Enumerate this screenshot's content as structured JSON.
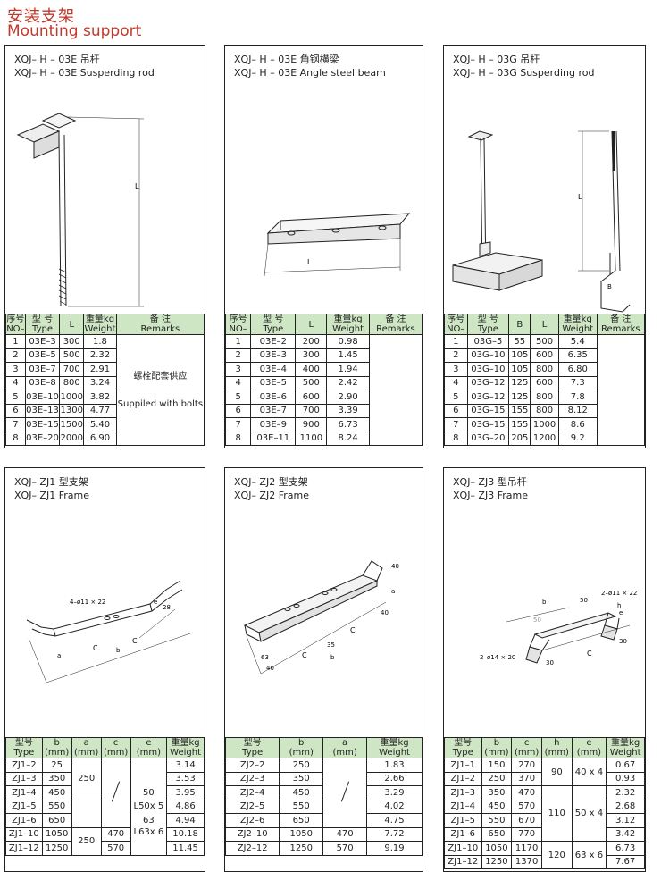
{
  "page": {
    "title_cn": "安装支架",
    "title_en": "Mounting support"
  },
  "panels": {
    "p1": {
      "title1": "XQJ– H – 03E 吊杆",
      "title2": "XQJ– H – 03E Susperding rod",
      "label_L": "L",
      "headers": [
        "序号\nNO–",
        "型  号\nType",
        "L",
        "重量kg\nWeight",
        "备   注\nRemarks"
      ],
      "rows": [
        [
          "1",
          "03E–3",
          "300",
          "1.8"
        ],
        [
          "2",
          "03E–5",
          "500",
          "2.32"
        ],
        [
          "3",
          "03E–7",
          "700",
          "2.91"
        ],
        [
          "4",
          "03E–8",
          "800",
          "3.24"
        ],
        [
          "5",
          "03E–10",
          "1000",
          "3.82"
        ],
        [
          "6",
          "03E–13",
          "1300",
          "4.77"
        ],
        [
          "7",
          "03E–15",
          "1500",
          "5.40"
        ],
        [
          "8",
          "03E–20",
          "2000",
          "6.90"
        ]
      ],
      "remark_cn": "螺栓配套供应",
      "remark_en": "Suppiled with bolts"
    },
    "p2": {
      "title1": "XQJ– H – 03E 角钢横梁",
      "title2": "XQJ– H – 03E Angle steel beam",
      "label_L": "L",
      "headers": [
        "序号\nNO–",
        "型  号\nType",
        "L",
        "重量kg\nWeight",
        "备   注\nRemarks"
      ],
      "rows": [
        [
          "1",
          "03E–2",
          "200",
          "0.98"
        ],
        [
          "2",
          "03E–3",
          "300",
          "1.45"
        ],
        [
          "3",
          "03E–4",
          "400",
          "1.94"
        ],
        [
          "4",
          "03E–5",
          "500",
          "2.42"
        ],
        [
          "5",
          "03E–6",
          "600",
          "2.90"
        ],
        [
          "6",
          "03E–7",
          "700",
          "3.39"
        ],
        [
          "7",
          "03E–9",
          "900",
          "6.73"
        ],
        [
          "8",
          "03E–11",
          "1100",
          "8.24"
        ]
      ]
    },
    "p3": {
      "title1": "XQJ– H – 03G 吊杆",
      "title2": "XQJ– H – 03G Susperding rod",
      "label_L": "L",
      "label_B": "B",
      "headers": [
        "序号\nNO–",
        "型  号\nType",
        "B",
        "L",
        "重量kg\nWeight",
        "备   注\nRemarks"
      ],
      "rows": [
        [
          "1",
          "03G–5",
          "55",
          "500",
          "5.4"
        ],
        [
          "2",
          "03G–10",
          "105",
          "600",
          "6.35"
        ],
        [
          "3",
          "03G–10",
          "105",
          "800",
          "6.80"
        ],
        [
          "4",
          "03G–12",
          "125",
          "600",
          "7.3"
        ],
        [
          "5",
          "03G–12",
          "125",
          "800",
          "7.8"
        ],
        [
          "6",
          "03G–15",
          "155",
          "800",
          "8.12"
        ],
        [
          "7",
          "03G–15",
          "155",
          "1000",
          "8.6"
        ],
        [
          "8",
          "03G–20",
          "205",
          "1200",
          "9.2"
        ]
      ]
    },
    "p4": {
      "title1": "XQJ– ZJ1 型支架",
      "title2": "XQJ– ZJ1 Frame",
      "fig_labels": {
        "hole": "4–ø11 × 22",
        "a": "a",
        "b": "b",
        "c1": "C",
        "c2": "C",
        "e": "e",
        "dim": "28"
      },
      "headers": [
        "型号\nType",
        "b\n(mm)",
        "a\n(mm)",
        "c\n(mm)",
        "e\n(mm)",
        "重量kg\nWeight"
      ],
      "rows": [
        [
          "ZJ1–2",
          "25",
          "3.14"
        ],
        [
          "ZJ1–3",
          "350",
          "3.53"
        ],
        [
          "ZJ1–4",
          "450",
          "3.95"
        ],
        [
          "ZJ1–5",
          "550",
          "4.86"
        ],
        [
          "ZJ1–6",
          "650",
          "4.94"
        ],
        [
          "ZJ1–10",
          "1050",
          "10.18"
        ],
        [
          "ZJ1–12",
          "1250",
          "11.45"
        ]
      ],
      "a_vals": [
        "250",
        "250"
      ],
      "c_vals": [
        "470",
        "570"
      ],
      "e_vals": [
        "50",
        "L50x  5",
        "63",
        "L63x  6"
      ]
    },
    "p5": {
      "title1": "XQJ– ZJ2 型支架",
      "title2": "XQJ– ZJ2 Frame",
      "fig_labels": {
        "d40a": "40",
        "d40b": "40",
        "d40c": "40",
        "d63": "63",
        "c1": "C",
        "c2": "C",
        "d35": "35",
        "b": "b",
        "a": "a"
      },
      "headers": [
        "型号\nType",
        "b\n(mm)",
        "a\n(mm)",
        "重量kg\nWeight"
      ],
      "rows": [
        [
          "ZJ2–2",
          "250",
          "1.83"
        ],
        [
          "ZJ2–3",
          "350",
          "2.66"
        ],
        [
          "ZJ2–4",
          "450",
          "3.29"
        ],
        [
          "ZJ2–5",
          "550",
          "4.02"
        ],
        [
          "ZJ2–6",
          "650",
          "4.75"
        ],
        [
          "ZJ2–10",
          "1050",
          "7.72"
        ],
        [
          "ZJ2–12",
          "1250",
          "9.19"
        ]
      ],
      "a_vals": [
        "470",
        "570"
      ]
    },
    "p6": {
      "title1": "XQJ– ZJ3 型吊杆",
      "title2": "XQJ– ZJ3 Frame",
      "fig_labels": {
        "hole1": "2–ø11 × 22",
        "hole2": "2–ø14 × 20",
        "b": "b",
        "d50a": "50",
        "d50b": "50",
        "h": "h",
        "e": "e",
        "d30a": "30",
        "d30b": "30",
        "c": "C"
      },
      "headers": [
        "型号\nType",
        "b\n(mm)",
        "c\n(mm)",
        "h\n(mm)",
        "e\n(mm)",
        "重量kg\nWeight"
      ],
      "rows": [
        [
          "ZJ1–1",
          "150",
          "270",
          "0.67"
        ],
        [
          "ZJ1–2",
          "250",
          "370",
          "0.93"
        ],
        [
          "ZJ1–3",
          "350",
          "470",
          "2.32"
        ],
        [
          "ZJ1–4",
          "450",
          "570",
          "2.68"
        ],
        [
          "ZJ1–5",
          "550",
          "670",
          "3.12"
        ],
        [
          "ZJ1–6",
          "650",
          "770",
          "3.42"
        ],
        [
          "ZJ1–10",
          "1050",
          "1170",
          "6.73"
        ],
        [
          "ZJ1–12",
          "1250",
          "1370",
          "7.67"
        ]
      ],
      "h_vals": [
        "90",
        "110",
        "120"
      ],
      "e_vals": [
        "40 x 4",
        "50 x 4",
        "63 x 6"
      ]
    }
  }
}
